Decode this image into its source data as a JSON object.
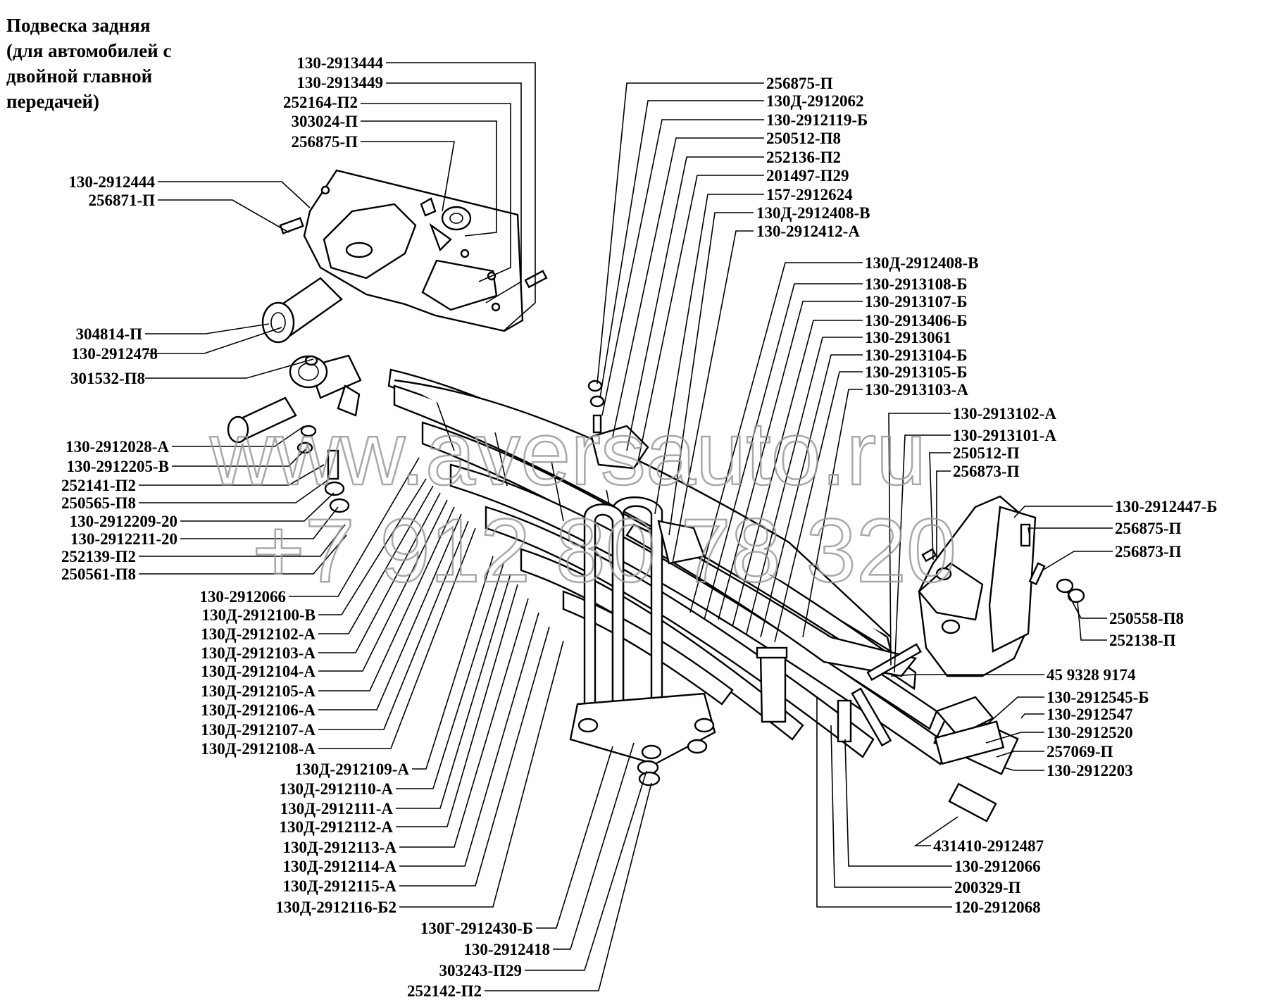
{
  "title_lines": [
    "Подвеска задняя",
    "(для автомобилей с",
    "двойной главной",
    "передачей)"
  ],
  "watermark": {
    "site": "www.aversauto.ru",
    "phone": "+7 912 80 78 320"
  },
  "labels": {
    "L1": "130-2913444",
    "L2": "130-2913449",
    "L3": "252164-П2",
    "L4": "303024-П",
    "L5": "256875-П",
    "L6": "130-2912444",
    "L7": "256871-П",
    "L8": "304814-П",
    "L9": "130-2912478",
    "L10": "301532-П8",
    "L11": "130-2912028-А",
    "L12": "130-2912205-В",
    "L13": "252141-П2",
    "L14": "250565-П8",
    "L15": "130-2912209-20",
    "L16": "130-2912211-20",
    "L17": "252139-П2",
    "L18": "250561-П8",
    "L19": "130-2912066",
    "L20": "130Д-2912100-В",
    "L21": "130Д-2912102-А",
    "L22": "130Д-2912103-А",
    "L23": "130Д-2912104-А",
    "L24": "130Д-2912105-А",
    "L25": "130Д-2912106-А",
    "L26": "130Д-2912107-А",
    "L27": "130Д-2912108-А",
    "L28": "130Д-2912109-А",
    "L29": "130Д-2912110-А",
    "L30": "130Д-2912111-А",
    "L31": "130Д-2912112-А",
    "L32": "130Д-2912113-А",
    "L33": "130Д-2912114-А",
    "L34": "130Д-2912115-А",
    "L35": "130Д-2912116-Б2",
    "L36": "130Г-2912430-Б",
    "L37": "130-2912418",
    "L38": "303243-П29",
    "L39": "252142-П2",
    "T1": "256875-П",
    "T2": "130Д-2912062",
    "T3": "130-2912119-Б",
    "T4": "250512-П8",
    "T5": "252136-П2",
    "T6": "201497-П29",
    "T7": "157-2912624",
    "T8": "130Д-2912408-В",
    "T9": "130-2912412-А",
    "R1": "130Д-2912408-В",
    "R2": "130-2913108-Б",
    "R3": "130-2913107-Б",
    "R4": "130-2913406-Б",
    "R5": "130-2913061",
    "R6": "130-2913104-Б",
    "R7": "130-2913105-Б",
    "R8": "130-2913103-А",
    "R9": "130-2913102-А",
    "R10": "130-2913101-А",
    "R11": "250512-П",
    "R12": "256873-П",
    "R13": "130-2912447-Б",
    "R14": "256875-П",
    "R15": "256873-П",
    "R16": "250558-П8",
    "R17": "252138-П",
    "R18": "45 9328 9174",
    "R19": "130-2912545-Б",
    "R20": "130-2912547",
    "R21": "130-2912520",
    "R22": "257069-П",
    "R23": "130-2912203",
    "R24": "431410-2912487",
    "R25": "130-2912066",
    "R26": "200329-П",
    "R27": "120-2912068"
  }
}
